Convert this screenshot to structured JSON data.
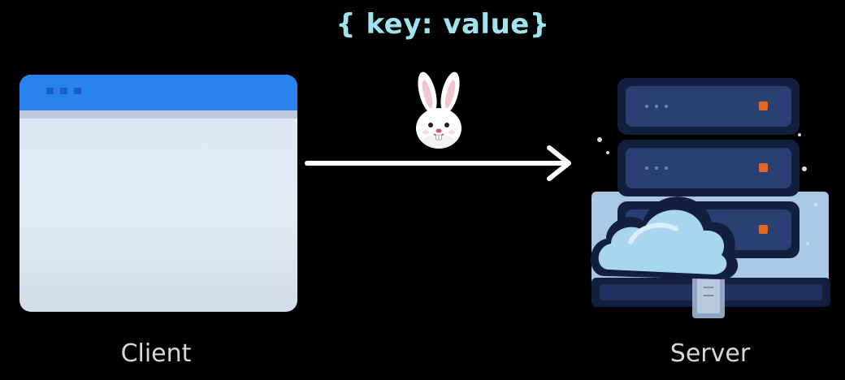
{
  "labels": {
    "payload": "{ key: value}",
    "client": "Client",
    "server": "Server"
  },
  "colors": {
    "background": "#000000",
    "payload_text": "#9fe3ee",
    "caption_text": "#d7d7d7",
    "browser_bar": "#2a82ec",
    "browser_body": "#e0e8f5",
    "arrow": "#ffffff",
    "server_dark": "#1a2a55",
    "server_mid": "#2a3f73",
    "server_light_accent": "#e2682a",
    "cloud": "#a9d6ef"
  },
  "icons": {
    "browser": "browser-window-icon",
    "arrow": "right-arrow-icon",
    "mascot": "rabbit-icon",
    "server": "server-rack-icon",
    "cloud": "cloud-icon"
  }
}
